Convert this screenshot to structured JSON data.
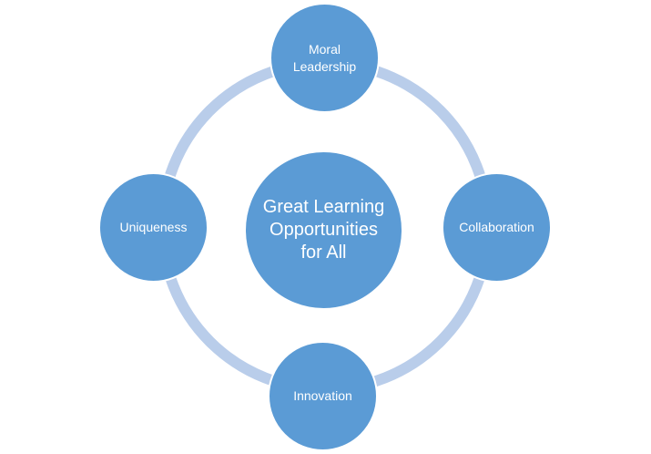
{
  "diagram": {
    "center": {
      "label": "Great Learning Opportunities for All"
    },
    "nodes": [
      {
        "label": "Moral Leadership"
      },
      {
        "label": "Collaboration"
      },
      {
        "label": "Innovation"
      },
      {
        "label": "Uniqueness"
      }
    ]
  },
  "colors": {
    "node_fill": "#5b9bd5",
    "ring": "#b9cdea",
    "text": "#ffffff",
    "background": "#ffffff"
  }
}
